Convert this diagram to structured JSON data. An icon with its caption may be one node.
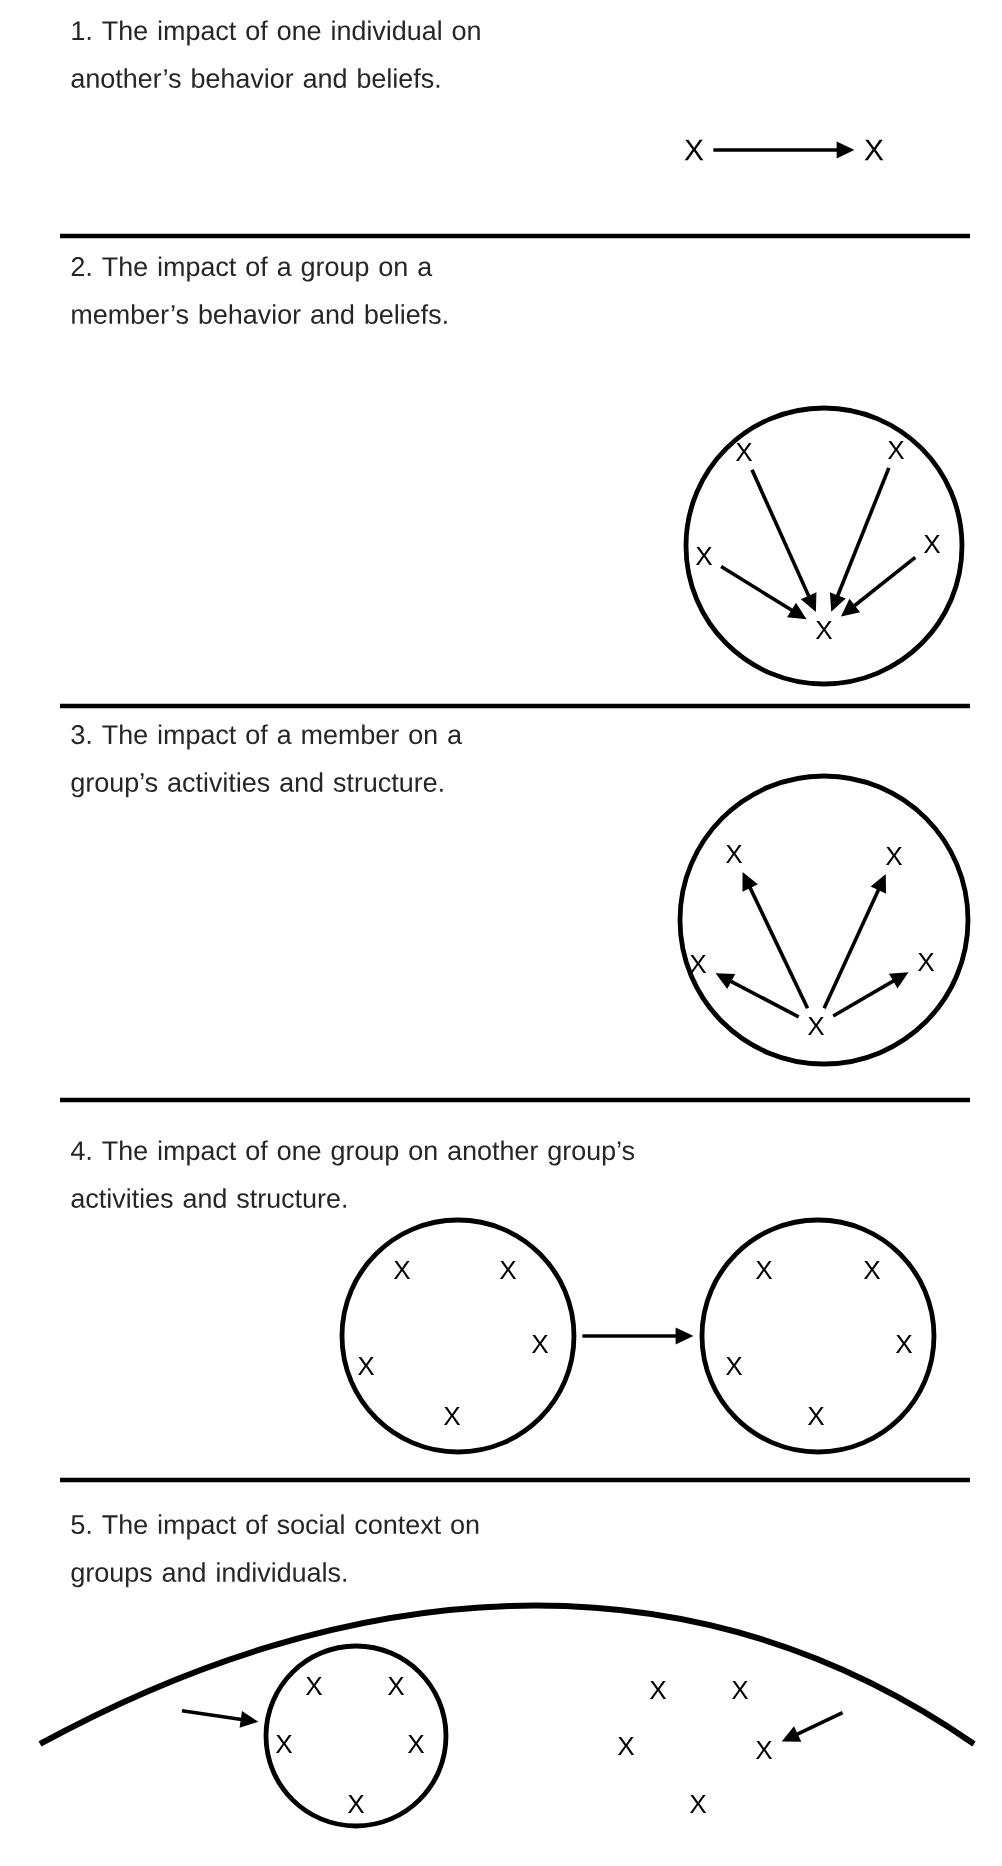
{
  "diagram": {
    "nodes": [
      {
        "text": [
          "X"
        ]
      },
      {
        "text": [
          "X"
        ]
      },
      {
        "text": [],
        "shape": "circle"
      },
      {
        "text": [
          "X"
        ],
        "in": 2
      },
      {
        "text": [
          "X"
        ],
        "in": 2
      },
      {
        "text": [
          "X"
        ],
        "in": 2
      },
      {
        "text": [
          "X"
        ],
        "in": 2
      },
      {
        "text": [
          "X"
        ],
        "in": 2
      },
      {
        "text": [],
        "shape": "circle"
      },
      {
        "text": [
          "X"
        ],
        "in": 8
      },
      {
        "text": [
          "X"
        ],
        "in": 8
      },
      {
        "text": [
          "X"
        ],
        "in": 8
      },
      {
        "text": [
          "X"
        ],
        "in": 8
      },
      {
        "text": [
          "X"
        ],
        "in": 8
      },
      {
        "text": [],
        "shape": "circle"
      },
      {
        "text": [
          "X"
        ],
        "in": 14
      },
      {
        "text": [
          "X"
        ],
        "in": 14
      },
      {
        "text": [
          "X"
        ],
        "in": 14
      },
      {
        "text": [
          "X"
        ],
        "in": 14
      },
      {
        "text": [
          "X"
        ],
        "in": 14
      },
      {
        "text": [],
        "shape": "circle"
      },
      {
        "text": [
          "X"
        ],
        "in": 20
      },
      {
        "text": [
          "X"
        ],
        "in": 20
      },
      {
        "text": [
          "X"
        ],
        "in": 20
      },
      {
        "text": [
          "X"
        ],
        "in": 20
      },
      {
        "text": [
          "X"
        ],
        "in": 20
      },
      {
        "text": [],
        "shape": "circle"
      },
      {
        "text": [
          "X"
        ],
        "in": 26
      },
      {
        "text": [
          "X"
        ],
        "in": 26
      },
      {
        "text": [
          "X"
        ],
        "in": 26
      },
      {
        "text": [
          "X"
        ],
        "in": 26
      },
      {
        "text": [
          "X"
        ],
        "in": 26
      },
      {
        "text": [
          "X"
        ]
      }
    ],
    "edges": [
      {
        "from": 0,
        "to": 1,
        "arrow": "to"
      },
      {
        "from": 3,
        "to": 7,
        "arrow": "to"
      },
      {
        "from": 4,
        "to": 7,
        "arrow": "to"
      },
      {
        "from": 5,
        "to": 7,
        "arrow": "to"
      },
      {
        "from": 6,
        "to": 7,
        "arrow": "to"
      },
      {
        "from": 13,
        "to": 9,
        "arrow": "to"
      },
      {
        "from": 13,
        "to": 10,
        "arrow": "to"
      },
      {
        "from": 13,
        "to": 11,
        "arrow": "to"
      },
      {
        "from": 13,
        "to": 12,
        "arrow": "to"
      },
      {
        "from": 14,
        "to": 20,
        "arrow": "to"
      },
      {
        "from": null,
        "to": 26,
        "arrow": "to"
      },
      {
        "from": null,
        "to": 32,
        "arrow": "to"
      }
    ],
    "labels": [
      "1. The impact of one individual on another’s behavior and beliefs.",
      "2. The impact of a group on a member’s behavior and beliefs.",
      "3. The impact of a member on a group’s activities and structure.",
      "4. The impact of one group on another group’s activities and structure.",
      "5. The impact of social context on groups and individuals.",
      "X",
      "X",
      "X",
      "X"
    ]
  }
}
